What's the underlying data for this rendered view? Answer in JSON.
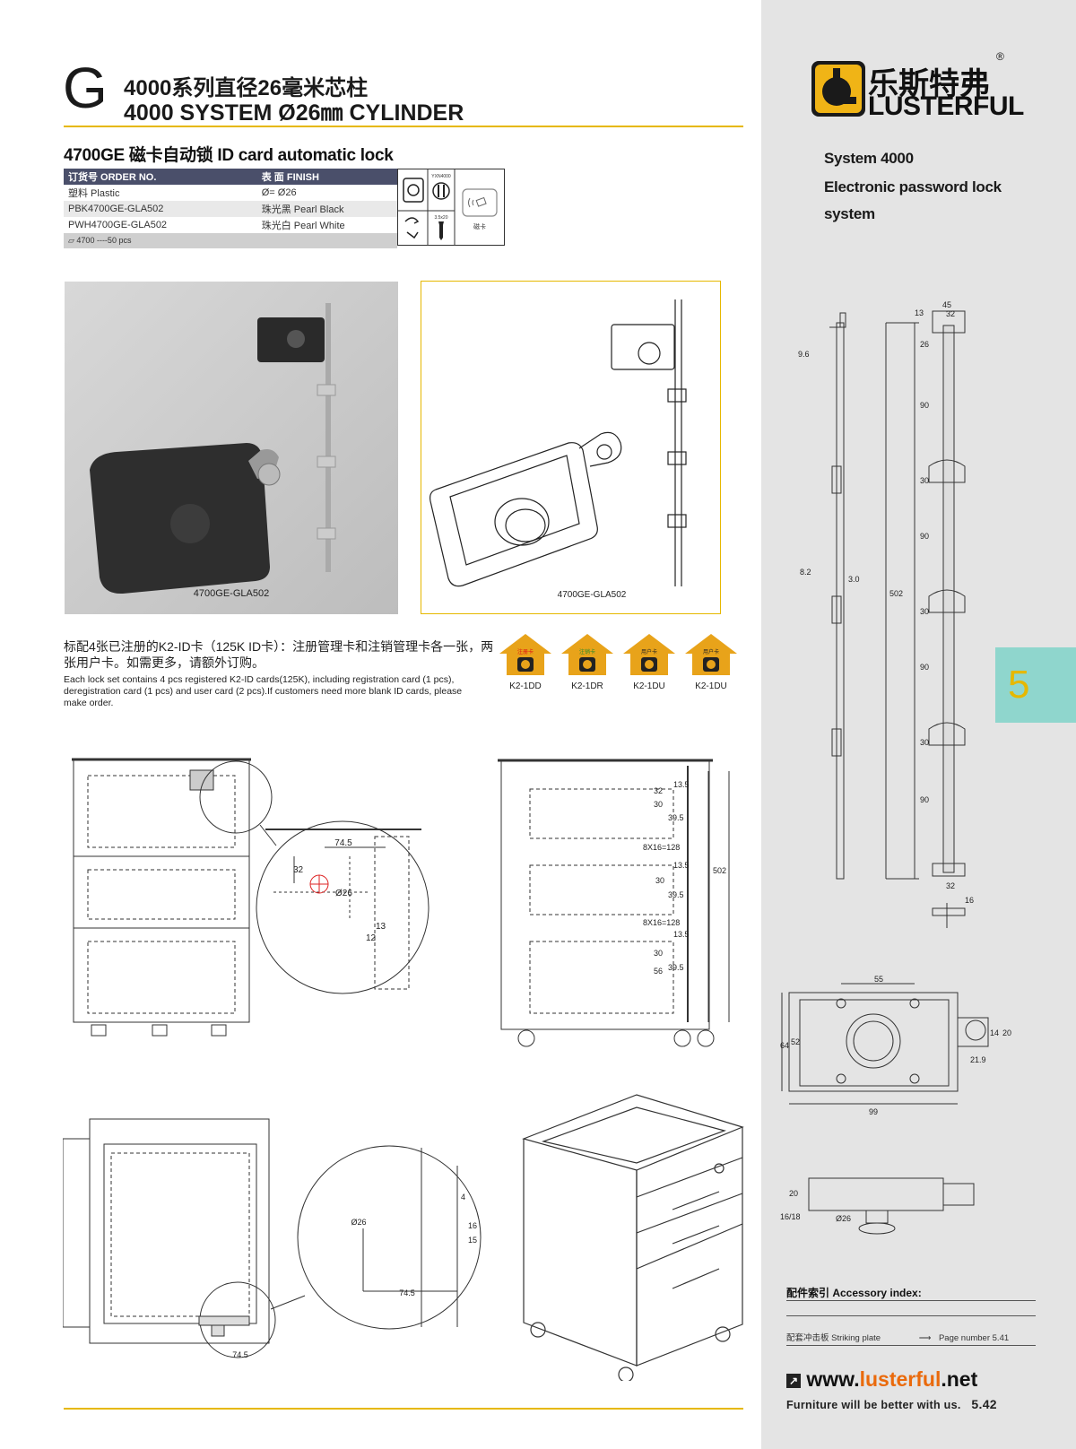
{
  "header": {
    "letter": "G",
    "title_cn": "4000系列直径26毫米芯柱",
    "title_en": "4000 SYSTEM Ø26㎜ CYLINDER"
  },
  "product": {
    "title": "4700GE 磁卡自动锁 ID card automatic lock",
    "table": {
      "col_order": "订货号 ORDER NO.",
      "col_finish": "表 面 FINISH",
      "rows": [
        {
          "order": "塑料 Plastic",
          "finish": "Ø= Ø26"
        },
        {
          "order": "PBK4700GE-GLA502",
          "finish": "珠光黑 Pearl Black"
        },
        {
          "order": "PWH4700GE-GLA502",
          "finish": "珠光白 Pearl White"
        }
      ],
      "packing": "4700 ----50 pcs"
    },
    "icons": {
      "key_code": "YXN4000",
      "screw": "3.5x20",
      "card_label": "磁卡"
    }
  },
  "photos": {
    "photo_caption": "4700GE-GLA502",
    "drawing_caption": "4700GE-GLA502"
  },
  "cards_note": {
    "cn": "标配4张已注册的K2-ID卡（125K ID卡）：注册管理卡和注销管理卡各一张，两张用户卡。如需更多，请额外订购。",
    "en": "Each lock set contains 4 pcs registered K2-ID cards(125K), including registration card (1 pcs), deregistration card (1 pcs) and user card (2 pcs).If customers need more blank ID cards, please make order.",
    "cards": [
      {
        "tag": "注册卡",
        "label": "K2-1DD",
        "color": "#e8a31a"
      },
      {
        "tag": "注销卡",
        "label": "K2-1DR",
        "color": "#e8a31a"
      },
      {
        "tag": "用户卡",
        "label": "K2-1DU",
        "color": "#e8a31a"
      },
      {
        "tag": "用户卡",
        "label": "K2-1DU",
        "color": "#e8a31a"
      }
    ]
  },
  "sidebar": {
    "brand_cn": "乐斯特弗",
    "brand_en": "LUSTERFUL",
    "registered": "®",
    "system_lines": [
      "System 4000",
      "Electronic password lock",
      "system"
    ],
    "section_number": "5",
    "accessory_title": "配件索引 Accessory index:",
    "accessory_item": "配套冲击板 Striking plate",
    "accessory_page": "Page number 5.41",
    "website_prefix": "www.",
    "website_highlight": "lusterful",
    "website_suffix": ".net",
    "slogan": "Furniture will be better with us.",
    "page_number": "5.42"
  },
  "dimensions": {
    "rod": {
      "top_w": "45",
      "top_w2": "32",
      "offset": "13",
      "d26": "26",
      "seg": "90",
      "clip": "30",
      "total": "502",
      "bottom_w": "32",
      "foot": "16",
      "side": "9.6",
      "thick": "8.2",
      "gap": "3.0"
    },
    "body": {
      "w55": "55",
      "h64": "64",
      "h52": "52",
      "w99": "99",
      "d14": "14",
      "d20": "20",
      "d21": "21.9"
    },
    "side": {
      "h20": "20",
      "h1618": "16/18",
      "d26": "Ø26"
    },
    "cabinet_front": {
      "w745": "74.5",
      "h32": "32",
      "d26": "Ø26",
      "o13": "13",
      "o12": "12"
    },
    "cabinet_side": {
      "a": "32",
      "b": "13.5",
      "c": "30",
      "d": "39.5",
      "e": "8X16=128",
      "f": "13.5",
      "g": "30",
      "h": "39.5",
      "i": "8X16=128",
      "j": "13.5",
      "k": "30",
      "l": "39.5",
      "m": "56",
      "total": "502"
    },
    "cabinet_top": {
      "d26": "Ø26",
      "w745": "74.5",
      "h4": "4",
      "h16": "16",
      "h15": "15",
      "w745b": "74.5"
    }
  }
}
